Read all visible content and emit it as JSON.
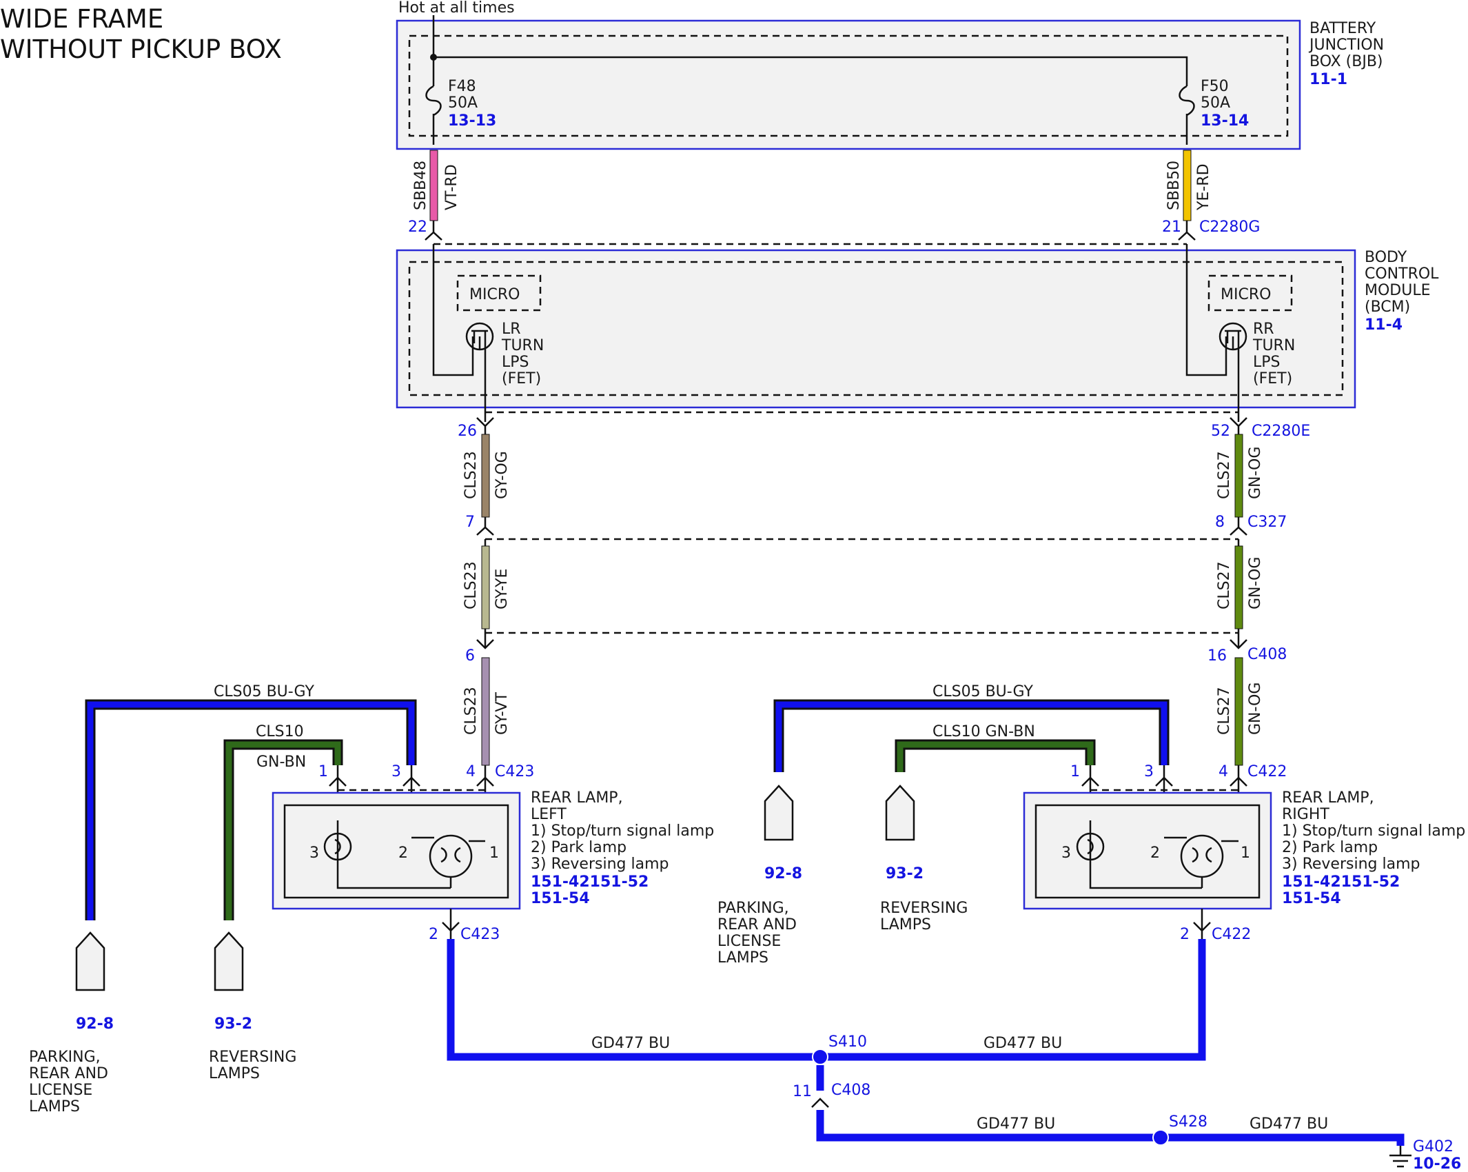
{
  "title": {
    "line1": "WIDE FRAME",
    "line2": "WITHOUT PICKUP BOX"
  },
  "hot_at_all_times": "Hot at all times",
  "bjb": {
    "label": [
      "BATTERY",
      "JUNCTION",
      "BOX (BJB)"
    ],
    "ref": "11-1",
    "fuses": [
      {
        "id": "F48",
        "rating": "50A",
        "ref": "13-13"
      },
      {
        "id": "F50",
        "rating": "50A",
        "ref": "13-14"
      }
    ]
  },
  "bcm": {
    "label": [
      "BODY",
      "CONTROL",
      "MODULE",
      "(BCM)"
    ],
    "ref": "11-4",
    "micro": "MICRO",
    "left_fet": [
      "LR",
      "TURN",
      "LPS",
      "(FET)"
    ],
    "right_fet": [
      "RR",
      "TURN",
      "LPS",
      "(FET)"
    ]
  },
  "wires": {
    "sbb48": {
      "circuit": "SBB48",
      "color": "VT-RD"
    },
    "sbb50": {
      "circuit": "SBB50",
      "color": "YE-RD"
    },
    "cls23_a": {
      "circuit": "CLS23",
      "color": "GY-OG"
    },
    "cls23_b": {
      "circuit": "CLS23",
      "color": "GY-YE"
    },
    "cls23_c": {
      "circuit": "CLS23",
      "color": "GY-VT"
    },
    "cls27_a": {
      "circuit": "CLS27",
      "color": "GN-OG"
    },
    "cls27_b": {
      "circuit": "CLS27",
      "color": "GN-OG"
    },
    "cls27_c": {
      "circuit": "CLS27",
      "color": "GN-OG"
    },
    "cls05_left": "CLS05   BU-GY",
    "cls10_left_circuit": "CLS10",
    "cls10_left_color": "GN-BN",
    "cls05_right": "CLS05   BU-GY",
    "cls10_right": "CLS10   GN-BN",
    "gd477_1": "GD477   BU",
    "gd477_2": "GD477   BU",
    "gd477_3": "GD477   BU",
    "gd477_4": "GD477   BU"
  },
  "pins": {
    "p22": "22",
    "p21": "21",
    "c2280g": "C2280G",
    "p26": "26",
    "p52": "52",
    "c2280e": "C2280E",
    "p7": "7",
    "p8": "8",
    "c327": "C327",
    "p6": "6",
    "p16": "16",
    "c408_top": "C408",
    "l1": "1",
    "l3": "3",
    "l4": "4",
    "c423_top": "C423",
    "r1": "1",
    "r3": "3",
    "r4": "4",
    "c422_top": "C422",
    "l2": "2",
    "c423_bot": "C423",
    "r2": "2",
    "c422_bot": "C422",
    "p11": "11",
    "c408_bot": "C408"
  },
  "rear_lamp_left": {
    "name": [
      "REAR LAMP,",
      "LEFT"
    ],
    "items": [
      "1) Stop/turn signal lamp",
      "2) Park lamp",
      "3) Reversing lamp"
    ],
    "refs": [
      "151-42151-52",
      "151-54"
    ],
    "bulb_pins": [
      "3",
      "2",
      "1"
    ]
  },
  "rear_lamp_right": {
    "name": [
      "REAR LAMP,",
      "RIGHT"
    ],
    "items": [
      "1) Stop/turn signal lamp",
      "2) Park lamp",
      "3) Reversing lamp"
    ],
    "refs": [
      "151-42151-52",
      "151-54"
    ],
    "bulb_pins": [
      "3",
      "2",
      "1"
    ]
  },
  "off_page": [
    {
      "ref": "92-8",
      "desc": [
        "PARKING,",
        "REAR AND",
        "LICENSE",
        "LAMPS"
      ]
    },
    {
      "ref": "93-2",
      "desc": [
        "REVERSING",
        "LAMPS"
      ]
    },
    {
      "ref": "92-8",
      "desc": [
        "PARKING,",
        "REAR AND",
        "LICENSE",
        "LAMPS"
      ]
    },
    {
      "ref": "93-2",
      "desc": [
        "REVERSING",
        "LAMPS"
      ]
    }
  ],
  "splices": {
    "s410": "S410",
    "s428": "S428"
  },
  "ground": {
    "id": "G402",
    "ref": "10-26"
  },
  "colors": {
    "vt_rd": "#e85aa8",
    "ye_rd": "#f2c400",
    "gy_og": "#9a8468",
    "gy_ye": "#b8b890",
    "gy_vt": "#a690b0",
    "gn_og": "#5f8a10",
    "bu_gy": "#1010ee",
    "gn_bn": "#2f6a1a",
    "gd_bu": "#1010ee",
    "link": "#1414e0"
  }
}
